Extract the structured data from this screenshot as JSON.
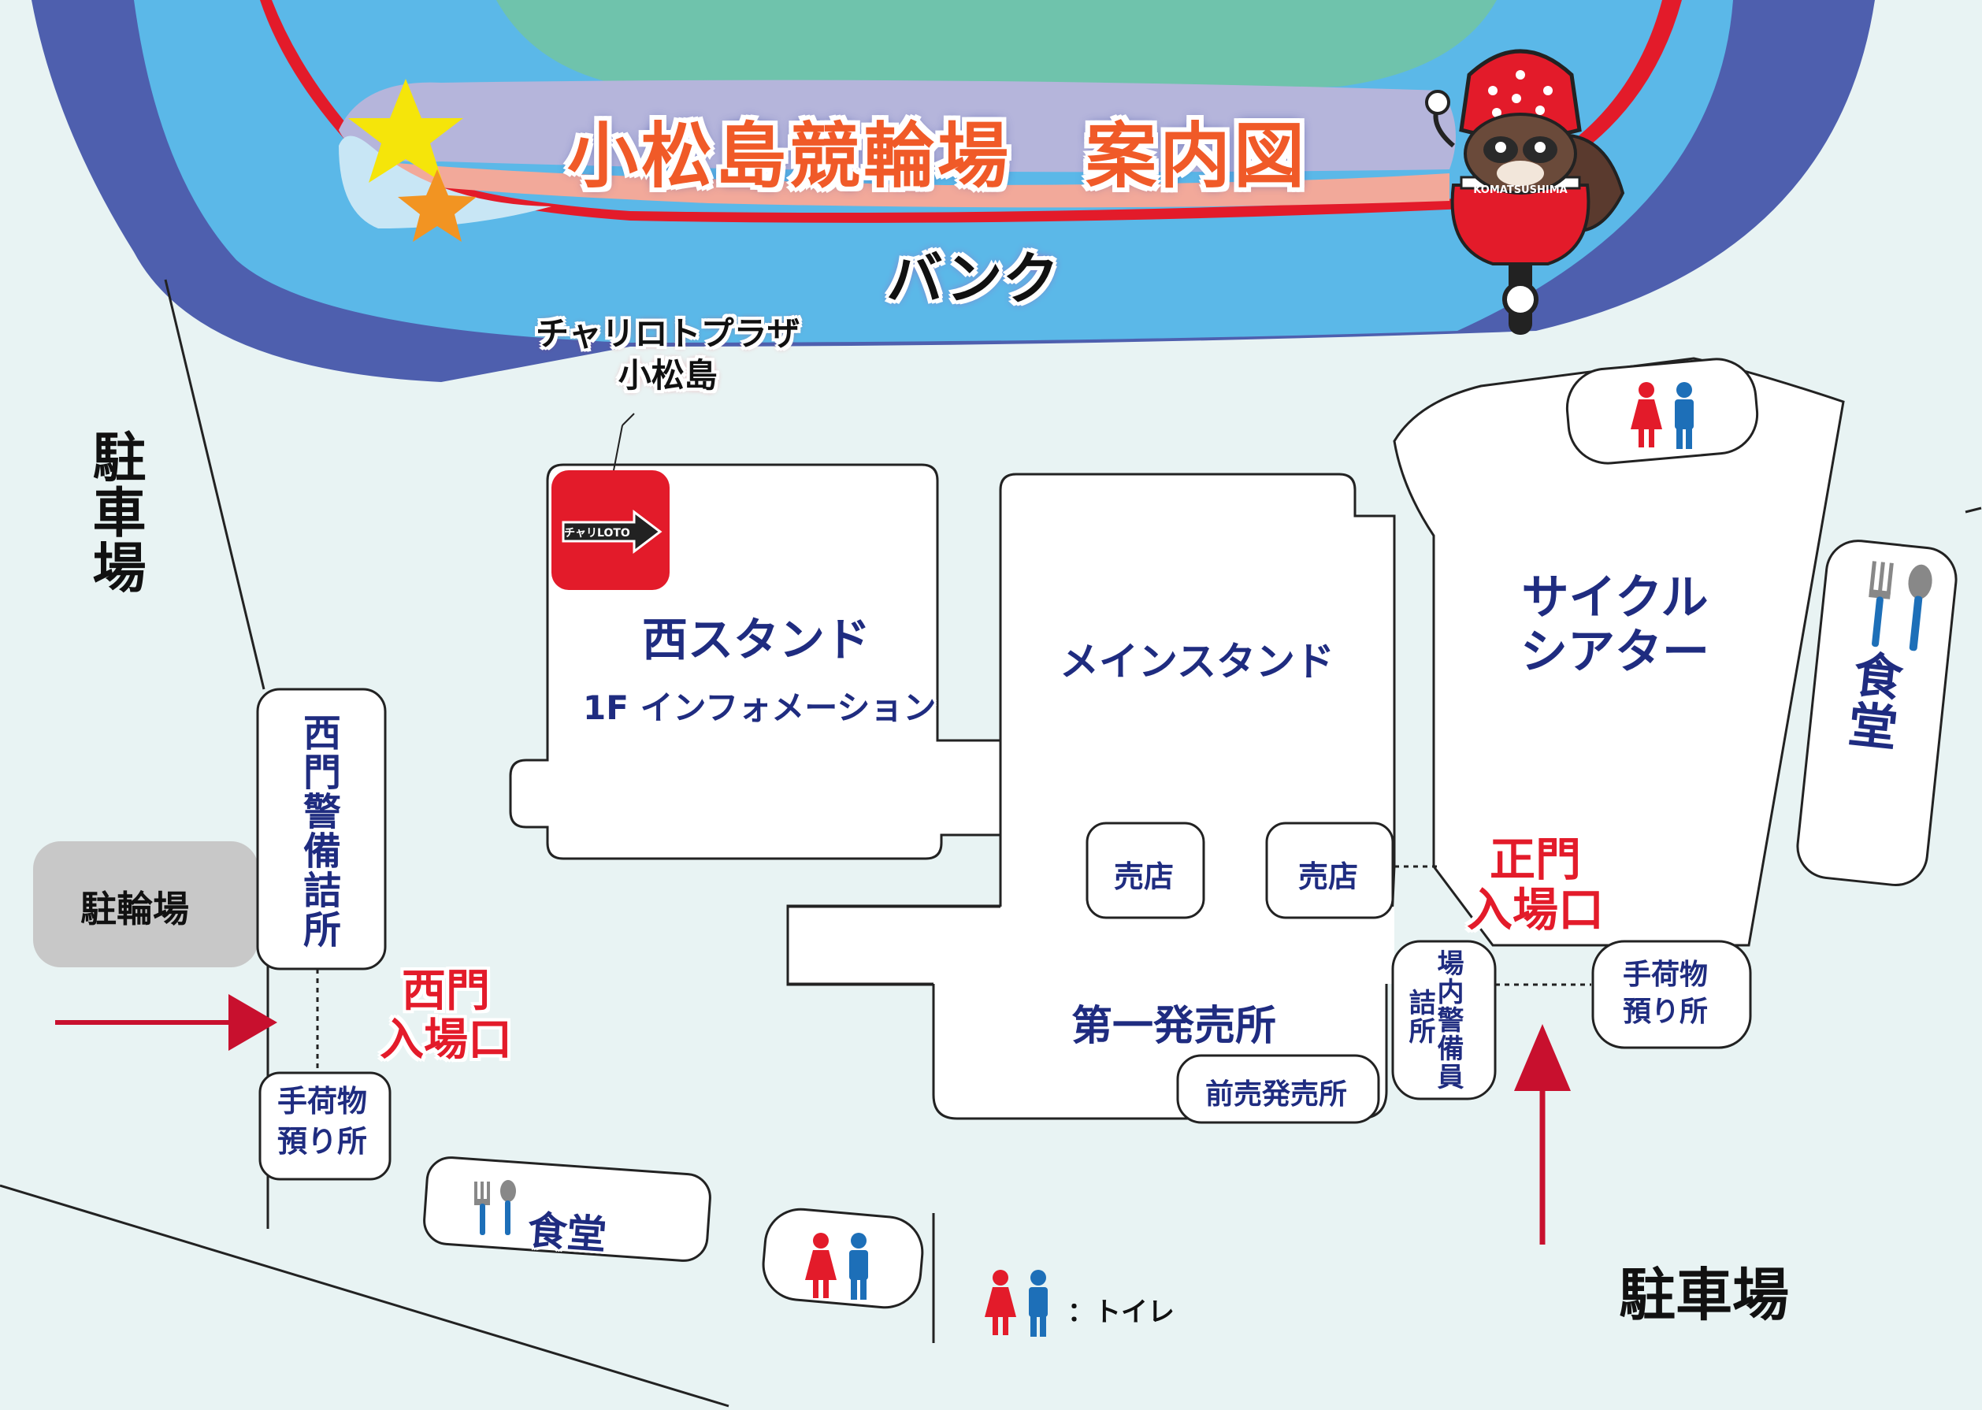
{
  "title": "小松島競輪場　案内図",
  "bank": "バンク",
  "mascot_text": "KOMATSUSHIMA",
  "loto_logo_text": "チャリLOTO",
  "chari_loto_plaza": [
    "チャリロトプラザ",
    "小松島"
  ],
  "parking_west": "駐車場",
  "parking_south": "駐車場",
  "bicycle_parking": "駐輪場",
  "west_guard_office": "西門警備詰所",
  "west_gate": [
    "西門",
    "入場口"
  ],
  "west_luggage": [
    "手荷物",
    "預り所"
  ],
  "west_dining": "食堂",
  "west_stand": "西スタンド",
  "west_stand_info": "1F インフォメーション",
  "main_stand": "メインスタンド",
  "shop_1": "売店",
  "shop_2": "売店",
  "first_sales": "第一発売所",
  "advance_sales": "前売発売所",
  "inner_guard": [
    "場内警備員",
    "詰所"
  ],
  "main_gate": [
    "正門",
    "入場口"
  ],
  "east_luggage": [
    "手荷物",
    "預り所"
  ],
  "cycle_theater": [
    "サイクル",
    "シアター"
  ],
  "east_dining": "食堂",
  "legend_toilet": "：トイレ",
  "colors": {
    "background": "#e8f3f3",
    "track_outer_blue": "#4e5fae",
    "track_red": "#e31b2a",
    "track_light_blue": "#5bb8e8",
    "infield_green": "#6fc3ac",
    "label_navy": "#1f2c80",
    "label_red": "#e31b2a",
    "arrow_red": "#c8102e",
    "male_icon": "#1d6fb8",
    "female_icon": "#e31b2a",
    "loto_red": "#e31b2a",
    "bicycle_parking_gray": "#c8c8c8"
  }
}
